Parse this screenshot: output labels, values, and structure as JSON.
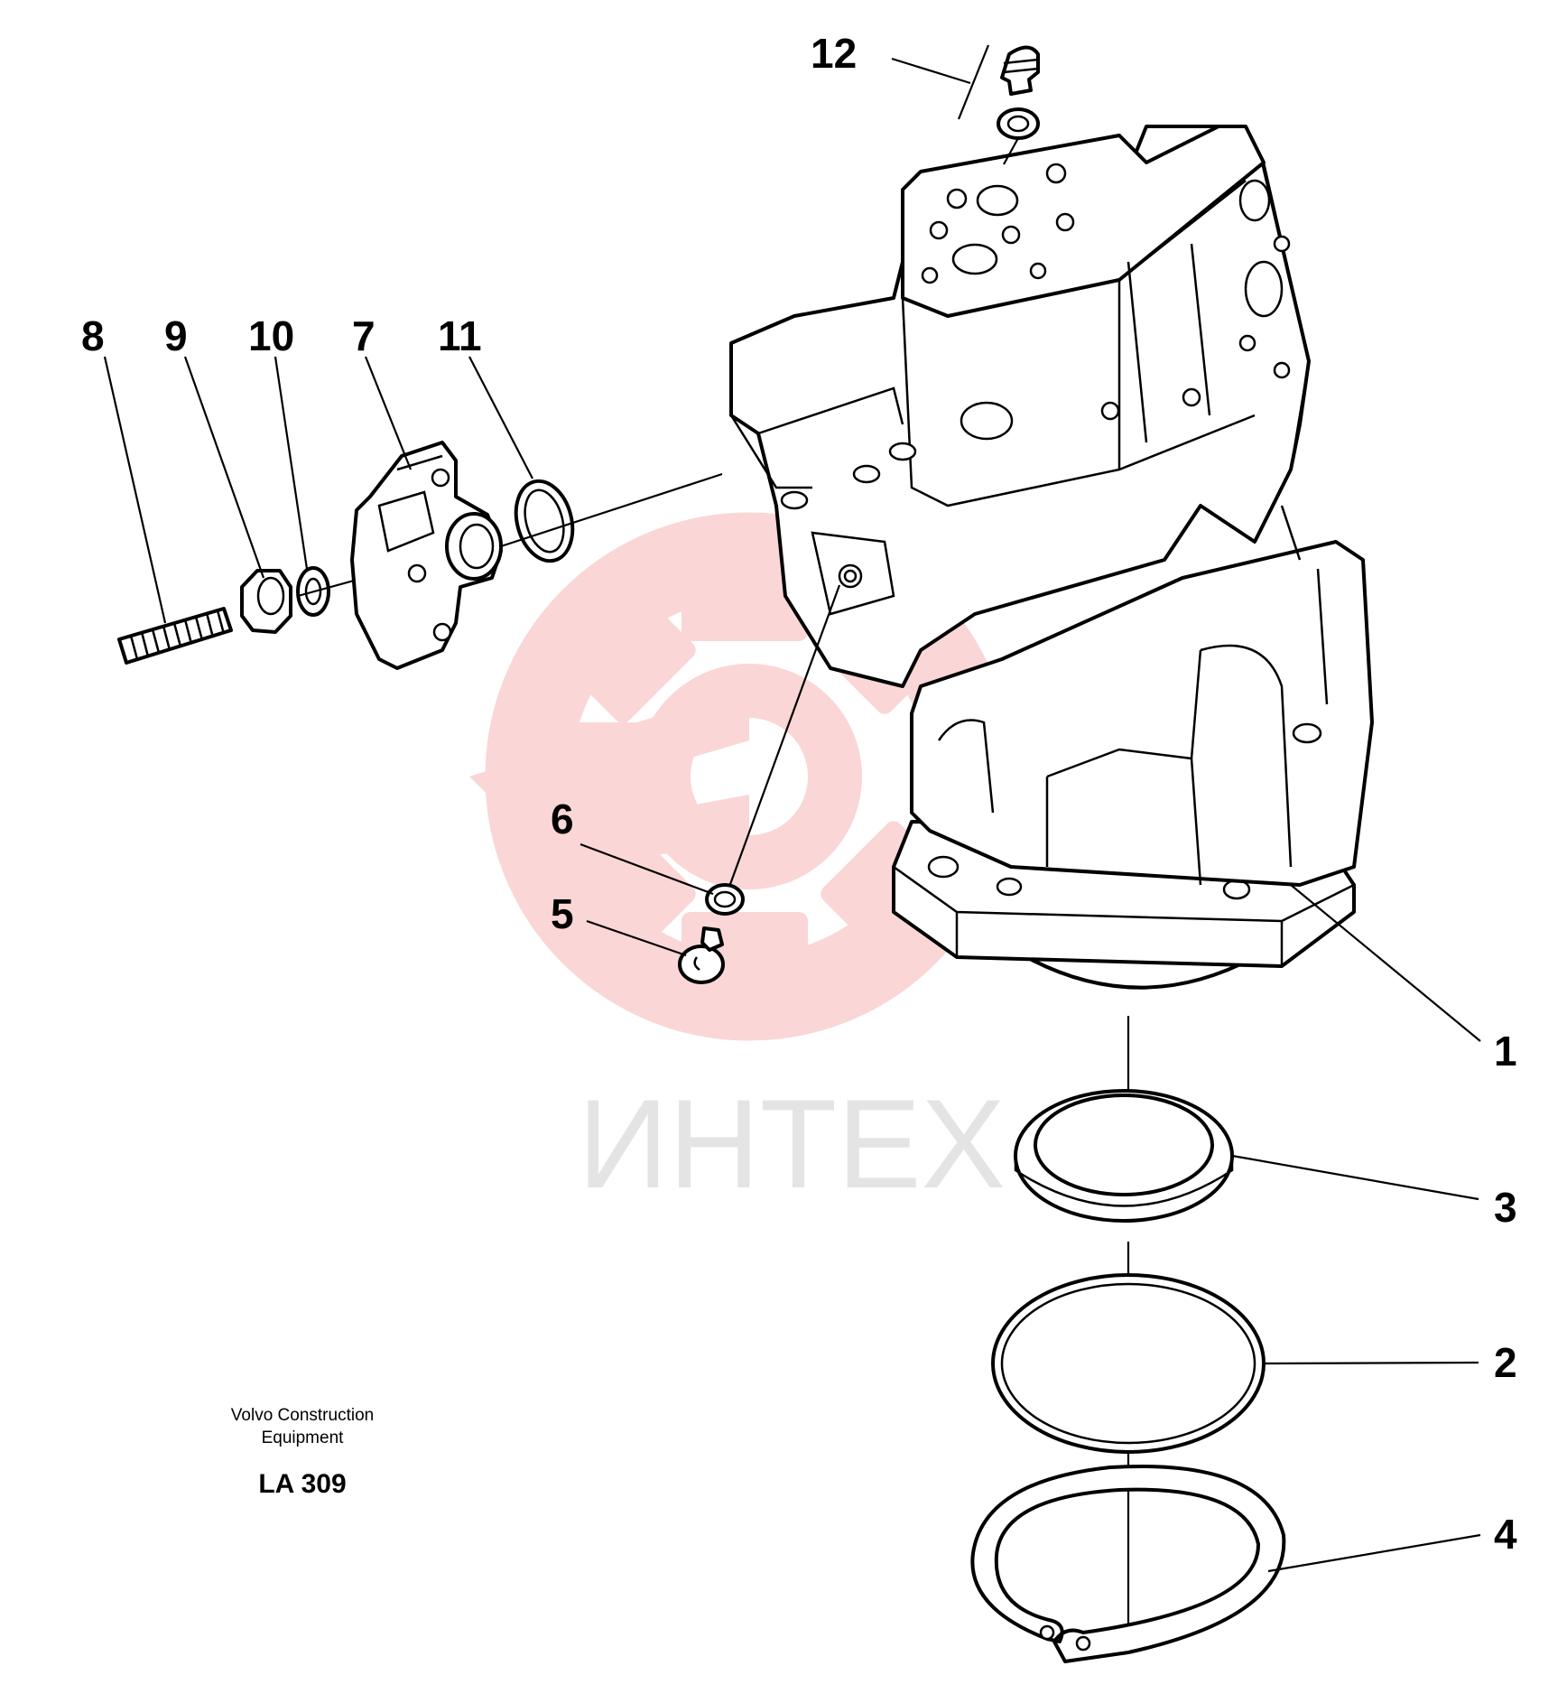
{
  "caption": {
    "manufacturer_line1": "Volvo Construction",
    "manufacturer_line2": "Equipment",
    "drawing_code": "LA 309"
  },
  "watermark": {
    "text": "ИНТЕХ",
    "gear_color": "#f6b5b5",
    "text_color": "#e4e4e4"
  },
  "callouts": {
    "c1": "1",
    "c2": "2",
    "c3": "3",
    "c4": "4",
    "c5": "5",
    "c6": "6",
    "c7": "7",
    "c8": "8",
    "c9": "9",
    "c10": "10",
    "c11": "11",
    "c12": "12"
  }
}
